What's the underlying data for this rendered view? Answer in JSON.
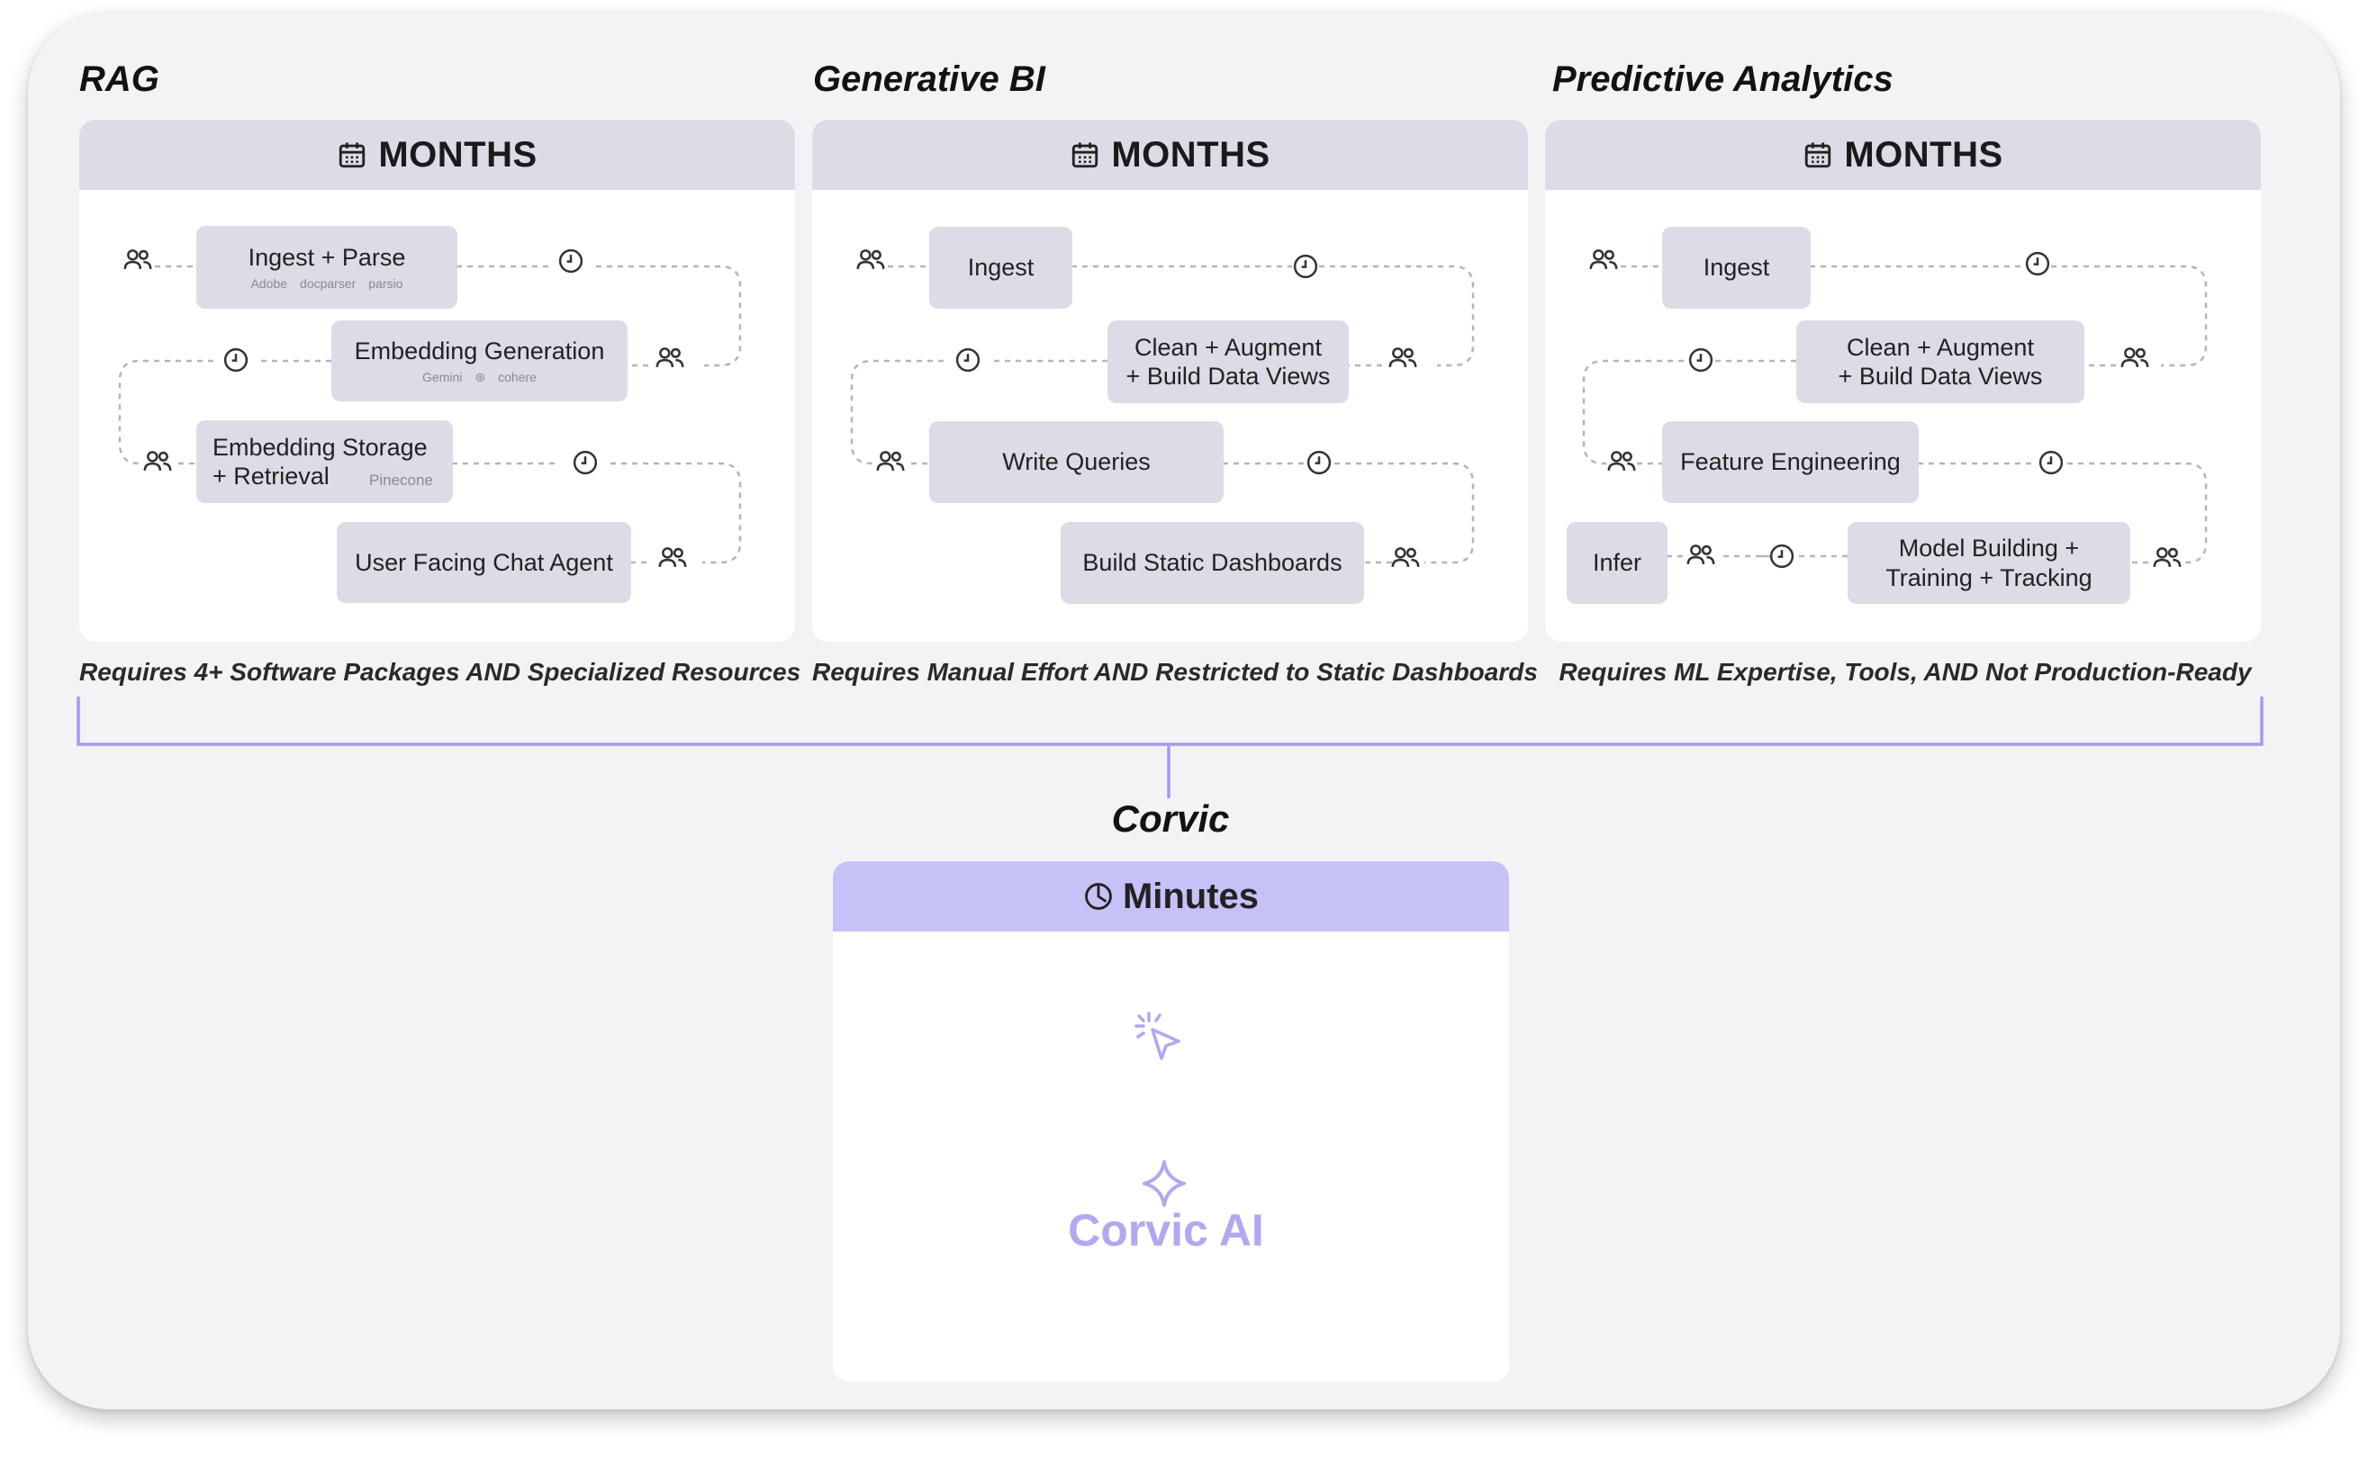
{
  "sections": {
    "rag": {
      "title": "RAG",
      "timeframe": "MONTHS",
      "steps": {
        "ingest_parse": "Ingest + Parse",
        "embedding_generation": "Embedding Generation",
        "embedding_storage_line1": "Embedding Storage",
        "embedding_storage_line2": "+ Retrieval",
        "user_facing_chat_agent": "User Facing Chat Agent"
      },
      "logos": {
        "adobe": "Adobe",
        "docparser": "docparser",
        "parsio": "parsio",
        "gemini": "Gemini",
        "cohere": "cohere",
        "pinecone": "Pinecone"
      },
      "requirement": "Requires 4+ Software Packages AND Specialized Resources"
    },
    "generative_bi": {
      "title": "Generative BI",
      "timeframe": "MONTHS",
      "steps": {
        "ingest": "Ingest",
        "clean_line1": "Clean + Augment",
        "clean_line2": "+ Build Data Views",
        "write_queries": "Write Queries",
        "build_static_dashboards": "Build Static Dashboards"
      },
      "requirement": "Requires Manual Effort AND Restricted to Static Dashboards"
    },
    "predictive_analytics": {
      "title": "Predictive Analytics",
      "timeframe": "MONTHS",
      "steps": {
        "ingest": "Ingest",
        "clean_line1": "Clean + Augment",
        "clean_line2": "+ Build Data Views",
        "feature_engineering": "Feature Engineering",
        "infer": "Infer",
        "model_line1": "Model Building +",
        "model_line2": "Training + Tracking"
      },
      "requirement": "Requires ML Expertise, Tools, AND Not Production-Ready"
    }
  },
  "corvic": {
    "title": "Corvic",
    "timeframe": "Minutes",
    "product": "Corvic AI"
  },
  "colors": {
    "node_fill": "#dcdbe6",
    "accent_purple": "#c6c1f6",
    "bracket": "#a49af0",
    "brand_text": "#b0a8f0"
  },
  "icons": [
    "calendar-icon",
    "clock-icon",
    "people-icon",
    "sparkle-icon",
    "cursor-click-icon"
  ]
}
